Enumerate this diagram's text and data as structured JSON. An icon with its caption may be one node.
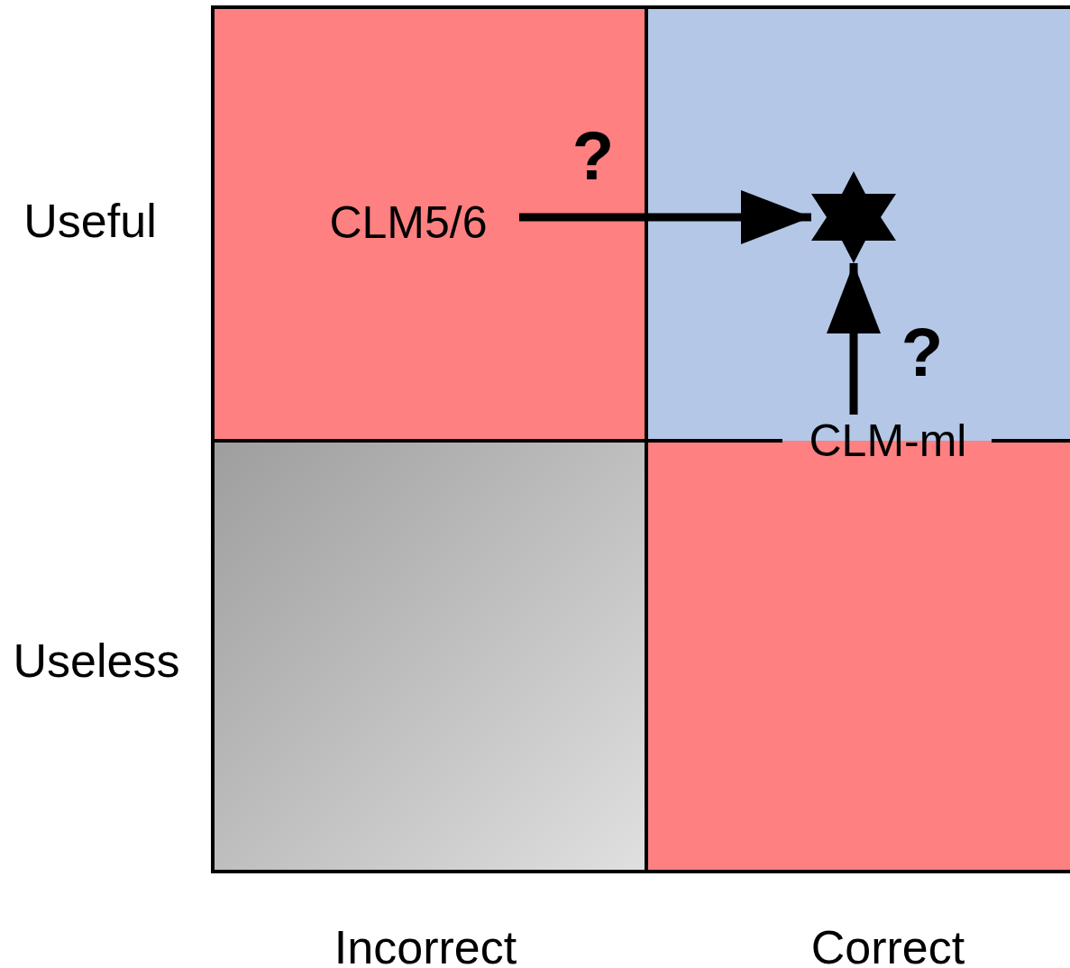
{
  "diagram": {
    "nodes": [
      {
        "text": [],
        "shape": "box"
      },
      {
        "text": [],
        "shape": "box"
      },
      {
        "text": [],
        "shape": "box"
      },
      {
        "text": [],
        "shape": "box"
      },
      {
        "text": [
          "CLM5/6"
        ],
        "in": 0
      },
      {
        "text": [],
        "shape": "star",
        "in": 1
      },
      {
        "text": [
          "CLM-ml"
        ]
      }
    ],
    "edges": [
      {
        "from": 4,
        "to": 5,
        "arrow": "to"
      },
      {
        "from": 6,
        "to": 5,
        "arrow": "to"
      }
    ],
    "labels": [
      "?",
      "Useful",
      "?",
      "Useless",
      "Incorrect",
      "Correct"
    ]
  }
}
